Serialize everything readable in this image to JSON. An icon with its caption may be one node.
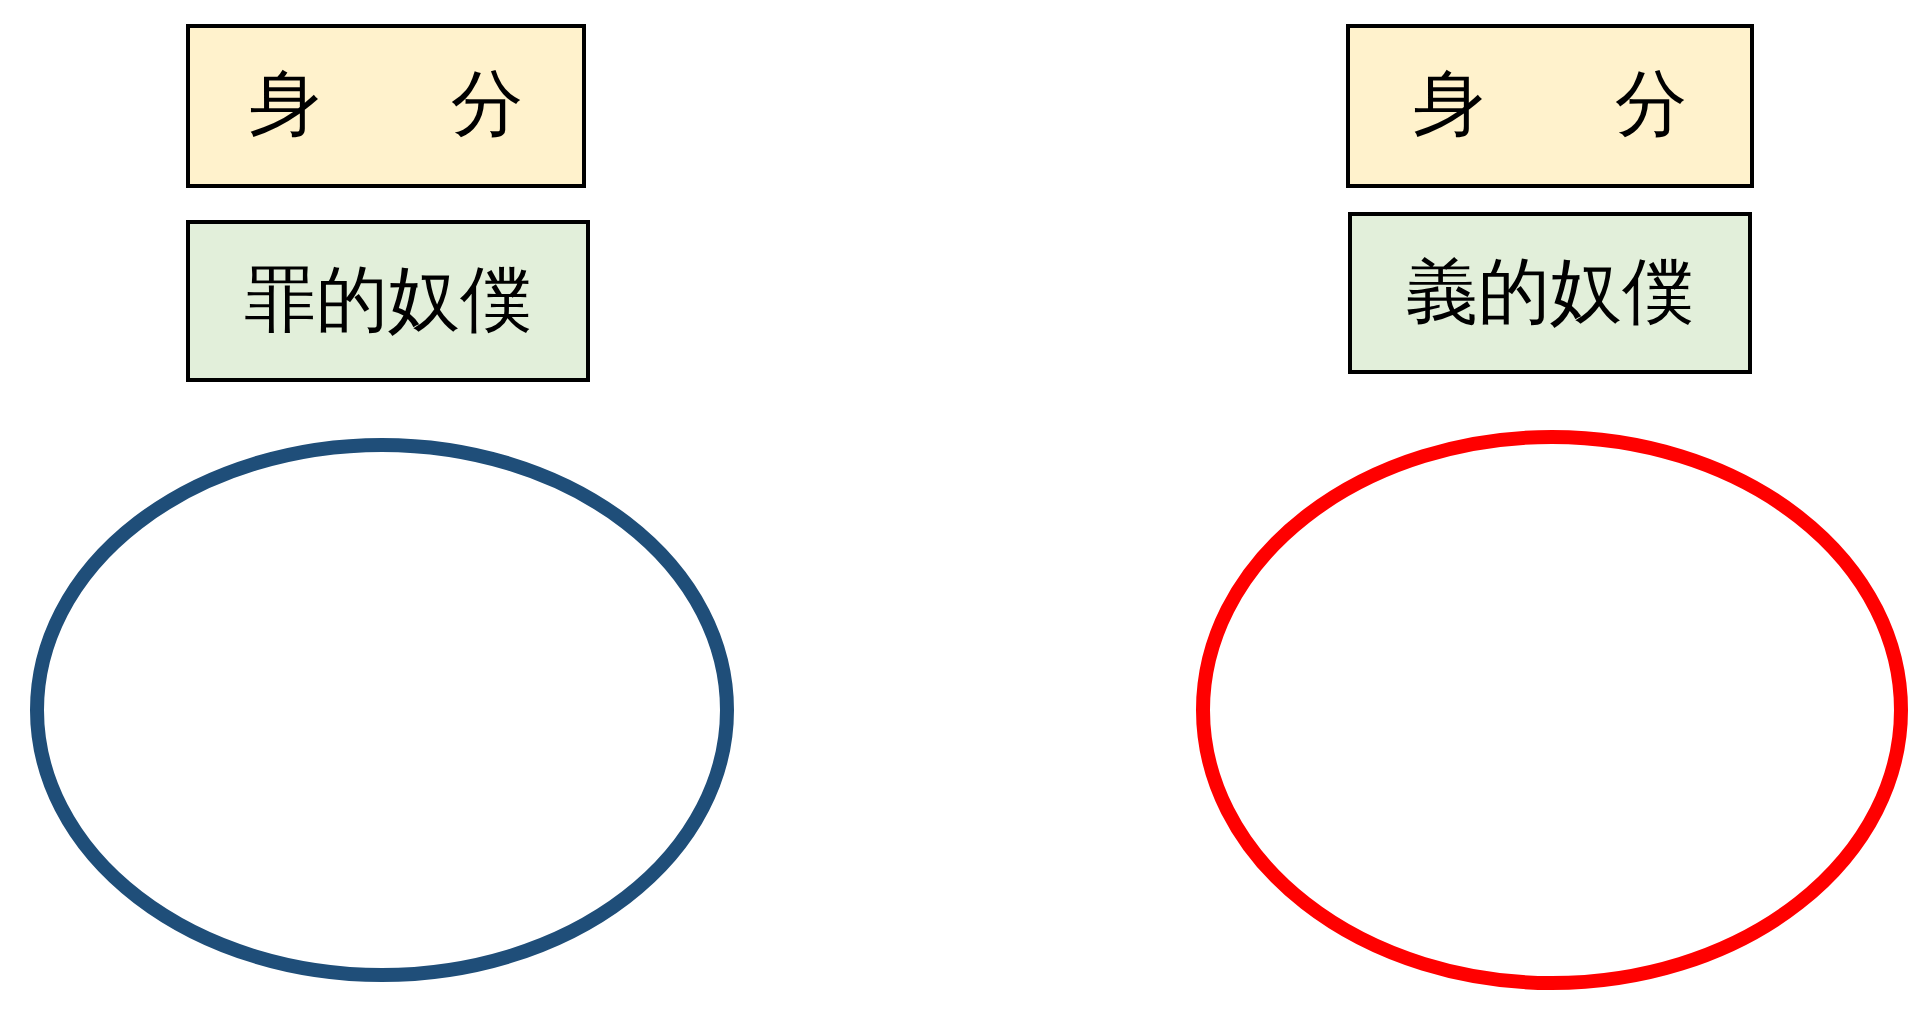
{
  "diagram": {
    "nodes": [
      {
        "text": [
          "身 分"
        ]
      },
      {
        "text": [
          "身 分"
        ]
      },
      {
        "text": [
          "罪的奴僕"
        ]
      },
      {
        "text": [
          "義的奴僕"
        ]
      },
      {
        "text": [],
        "shape": "ellipse"
      },
      {
        "text": [],
        "shape": "ellipse"
      }
    ],
    "edges": []
  }
}
